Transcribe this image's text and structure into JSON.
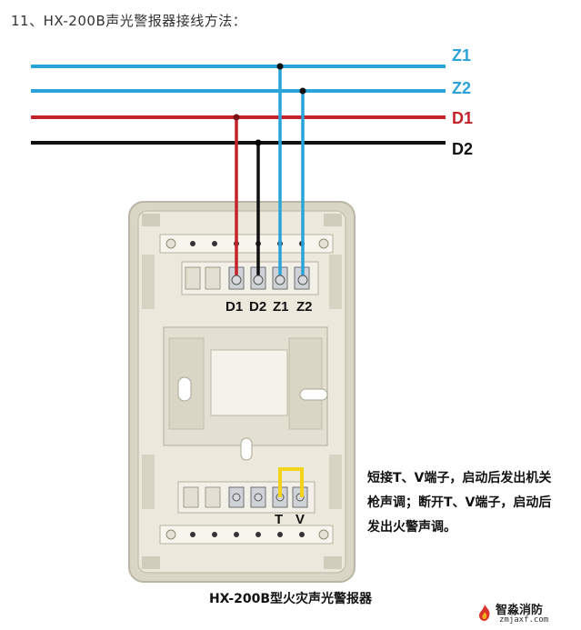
{
  "heading": "11、HX-200B声光警报器接线方法：",
  "buses": [
    {
      "label": "Z1",
      "color": "#2aa3d8"
    },
    {
      "label": "Z2",
      "color": "#2aa3d8"
    },
    {
      "label": "D1",
      "color": "#c5232b"
    },
    {
      "label": "D2",
      "color": "#111111"
    }
  ],
  "terminals": [
    "D1",
    "D2",
    "Z1",
    "Z2"
  ],
  "bottom_terminals": [
    "T",
    "V"
  ],
  "jumper_color": "#f2d21b",
  "note": "短接T、V端子，启动后发出机关枪声调；断开T、V端子，启动后发出火警声调。",
  "caption": "HX-200B型火灾声光警报器",
  "watermark": {
    "name": "智淼消防",
    "url": "zmjaxf.com",
    "icon": "flame-logo-icon"
  }
}
